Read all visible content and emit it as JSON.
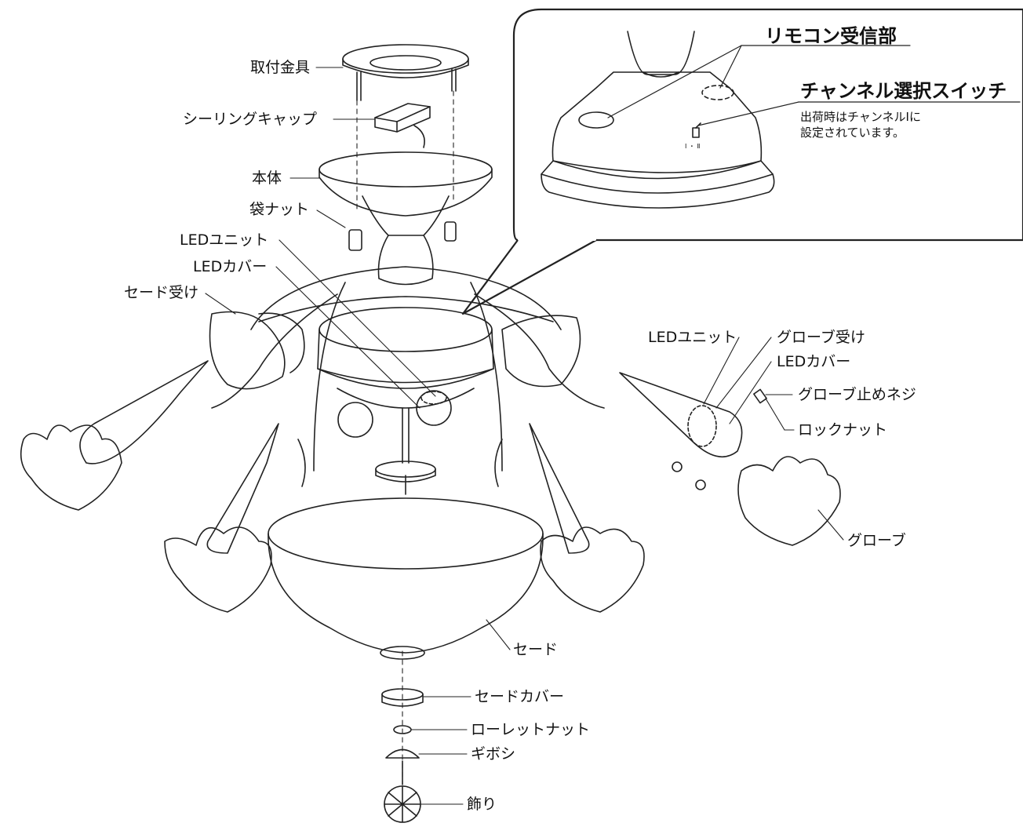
{
  "labels": {
    "mounting_bracket": "取付金具",
    "ceiling_cap": "シーリングキャップ",
    "body": "本体",
    "cap_nut": "袋ナット",
    "led_unit_left": "LEDユニット",
    "led_cover_left": "LEDカバー",
    "shade_holder": "セード受け",
    "led_unit_right": "LEDユニット",
    "globe_holder": "グローブ受け",
    "led_cover_right": "LEDカバー",
    "globe_screw": "グローブ止めネジ",
    "lock_nut": "ロックナット",
    "globe": "グローブ",
    "shade": "セード",
    "shade_cover": "セードカバー",
    "knurled_nut": "ローレットナット",
    "finial": "ギボシ",
    "ornament": "飾り"
  },
  "inset": {
    "remote_receiver": "リモコン受信部",
    "channel_switch": "チャンネル選択スイッチ",
    "note_line1": "出荷時はチャンネルⅠに",
    "note_line2": "設定されています。",
    "switch_marking": "Ⅰ ・ Ⅱ"
  }
}
